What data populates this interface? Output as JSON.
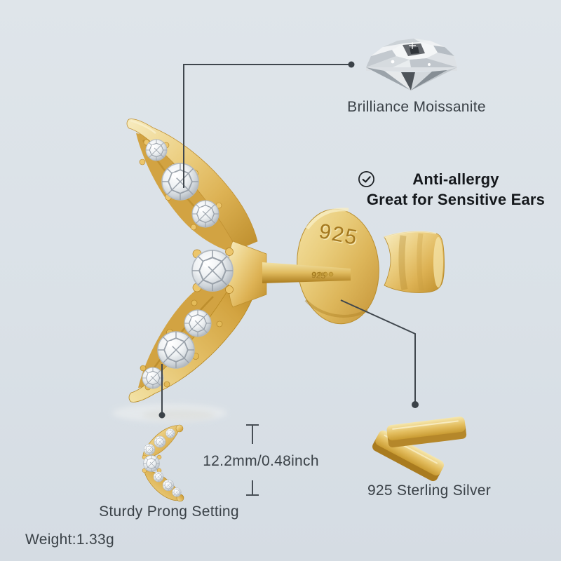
{
  "background": {
    "top": "#dfe5ea",
    "bottom": "#d5dce3"
  },
  "colors": {
    "gold": "#e2bc5f",
    "callout_line": "#3f464d",
    "label_text": "#3a4147",
    "bold_text": "#15181c",
    "gem_gray": "#aab1b8"
  },
  "callouts": {
    "moissanite": {
      "label": "Brilliance Moissanite",
      "target": "wing pave stones"
    },
    "anti_allergy": {
      "icon": "check-circle",
      "line1": "Anti-allergy",
      "line2": "Great for Sensitive Ears"
    },
    "prong": {
      "label": "Sturdy Prong Setting",
      "target": "prong set stones"
    },
    "silver": {
      "label": "925 Sterling Silver",
      "target": "earring backing disc"
    }
  },
  "measurements": {
    "size": "12.2mm/0.48inch",
    "weight": "Weight:1.33g"
  },
  "stamps": {
    "backing_disc": "925",
    "post": "925"
  }
}
